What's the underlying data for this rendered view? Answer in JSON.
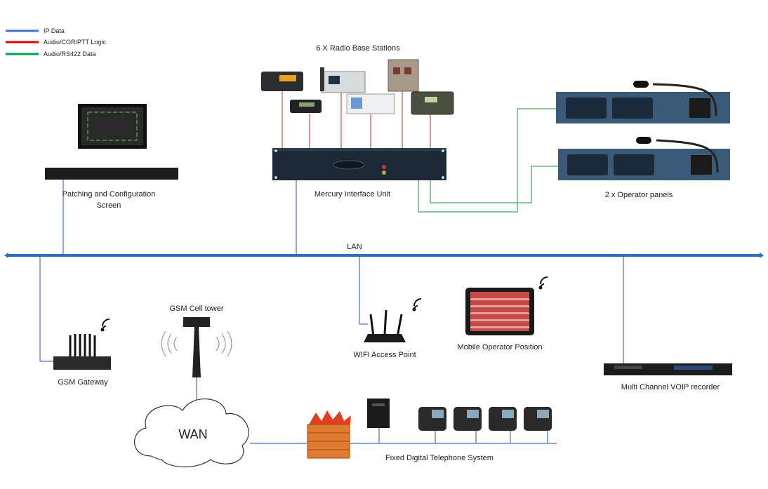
{
  "legend": [
    {
      "label": "IP Data",
      "color": "#4472c4"
    },
    {
      "label": "Audio/COR/PTT Logic",
      "color": "#e00000"
    },
    {
      "label": "Audio/RS422 Data",
      "color": "#00a050"
    }
  ],
  "labels": {
    "radios": "6 X Radio Base Stations",
    "miu": "Mercury Interface Unit",
    "operator_panels": "2 x Operator panels",
    "patching_line1": "Patching and Configuration",
    "patching_line2": "Screen",
    "lan": "LAN",
    "gsm_tower": "GSM Cell tower",
    "gsm_gateway": "GSM Gateway",
    "wifi": "WIFI Access Point",
    "mobile_operator": "Mobile Operator Position",
    "voip_recorder": "Multi Channel VOIP recorder",
    "wan": "WAN",
    "telephone": "Fixed Digital Telephone System"
  },
  "colors": {
    "ip": "#4472c4",
    "audio": "#c0504d",
    "rs422": "#4aa564",
    "lan_bus": "#2e6fc0"
  }
}
